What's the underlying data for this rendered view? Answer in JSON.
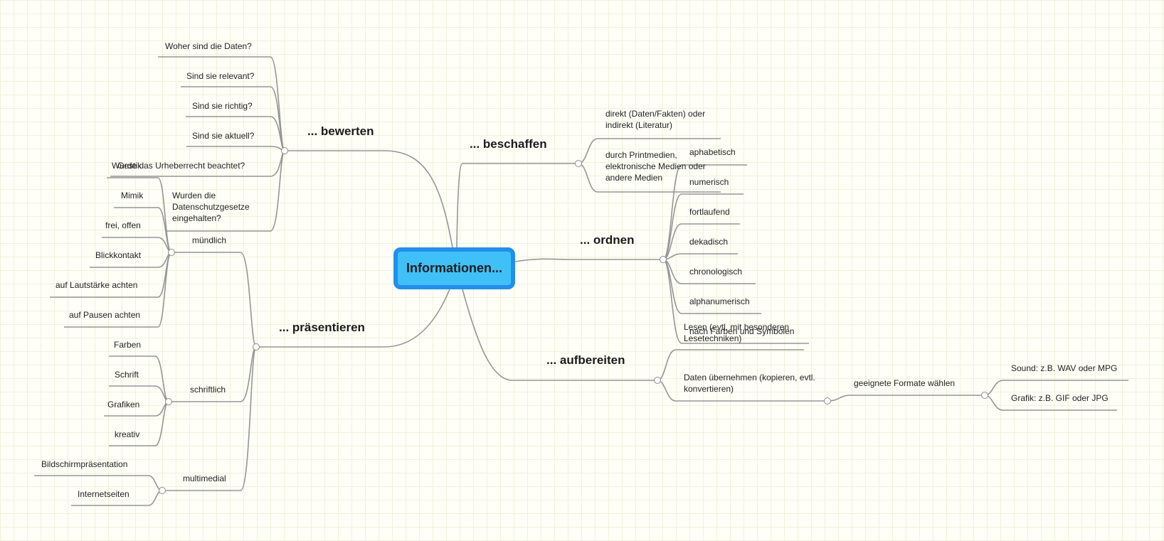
{
  "map": {
    "central": "Informationen...",
    "branches": {
      "bewerten": {
        "label": "... bewerten",
        "items": [
          "Woher sind die Daten?",
          "Sind sie relevant?",
          "Sind sie richtig?",
          "Sind sie aktuell?",
          "Wurde das Urheberrecht beachtet?",
          "Wurden die Datenschutzgesetze eingehalten?"
        ]
      },
      "beschaffen": {
        "label": "... beschaffen",
        "items": [
          "direkt (Daten/Fakten) oder indirekt (Literatur)",
          "durch Printmedien, elektronische Medien oder andere Medien"
        ]
      },
      "ordnen": {
        "label": "... ordnen",
        "items": [
          "aphabetisch",
          "numerisch",
          "fortlaufend",
          "dekadisch",
          "chronologisch",
          "alphanumerisch",
          "nach Farben und Symbolen"
        ]
      },
      "aufbereiten": {
        "label": "... aufbereiten",
        "items": [
          "Lesen (evtl. mit besonderen Lesetechniken)",
          "Daten übernehmen (kopieren, evtl. konvertieren)"
        ],
        "formats": {
          "label": "geeignete Formate wählen",
          "items": [
            "Sound: z.B. WAV oder MPG",
            "Grafik: z.B. GIF oder JPG"
          ]
        }
      },
      "praesentieren": {
        "label": "... präsentieren",
        "muendlich": {
          "label": "mündlich",
          "items": [
            "Gestik",
            "Mimik",
            "frei, offen",
            "Blickkontakt",
            "auf Lautstärke achten",
            "auf Pausen achten"
          ]
        },
        "schriftlich": {
          "label": "schriftlich",
          "items": [
            "Farben",
            "Schrift",
            "Grafiken",
            "kreativ"
          ]
        },
        "multimedial": {
          "label": "multimedial",
          "items": [
            "Bildschirmpräsentation",
            "Internetseiten"
          ]
        }
      }
    }
  }
}
